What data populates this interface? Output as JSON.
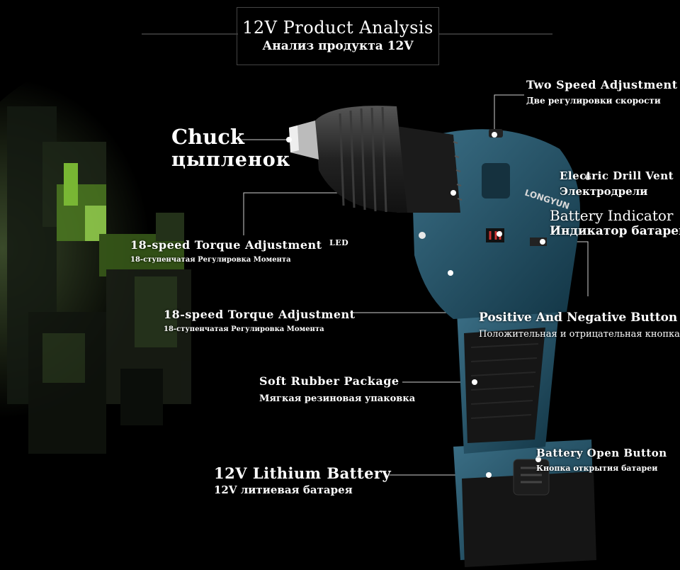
{
  "title": {
    "en": "12V Product Analysis",
    "ru": "Анализ продукта 12V"
  },
  "labels": {
    "chuck": {
      "en": "Chuck",
      "ru": "цыпленок"
    },
    "two_speed": {
      "en": "Two Speed Adjustment",
      "ru": "Две регулировки скорости"
    },
    "vent": {
      "en": "Electric Drill Vent",
      "ru": "Электродрели"
    },
    "battery_indicator": {
      "en": "Battery Indicator",
      "ru": "Индикатор батареи"
    },
    "torque_1": {
      "en": "18-speed Torque Adjustment",
      "ru": "18-ступенчатая Регулировка Момента"
    },
    "led": {
      "en": "LED"
    },
    "torque_2": {
      "en": "18-speed Torque Adjustment",
      "ru": "18-ступенчатая Регулировка Момента"
    },
    "pos_neg": {
      "en": "Positive And Negative Button",
      "ru": "Положительная и отрицательная кнопка"
    },
    "rubber": {
      "en": "Soft Rubber Package",
      "ru": "Мягкая резиновая упаковка"
    },
    "battery_open": {
      "en": "Battery Open Button",
      "ru": "Кнопка открытия батареи"
    },
    "lithium": {
      "en": "12V Lithium Battery",
      "ru": "12V литиевая батарея"
    }
  },
  "brand": "LONGYUN",
  "colors": {
    "body_blue": "#1f4a5c",
    "rubber_black": "#1a1a1a",
    "accent_green": "#8ad13a"
  }
}
